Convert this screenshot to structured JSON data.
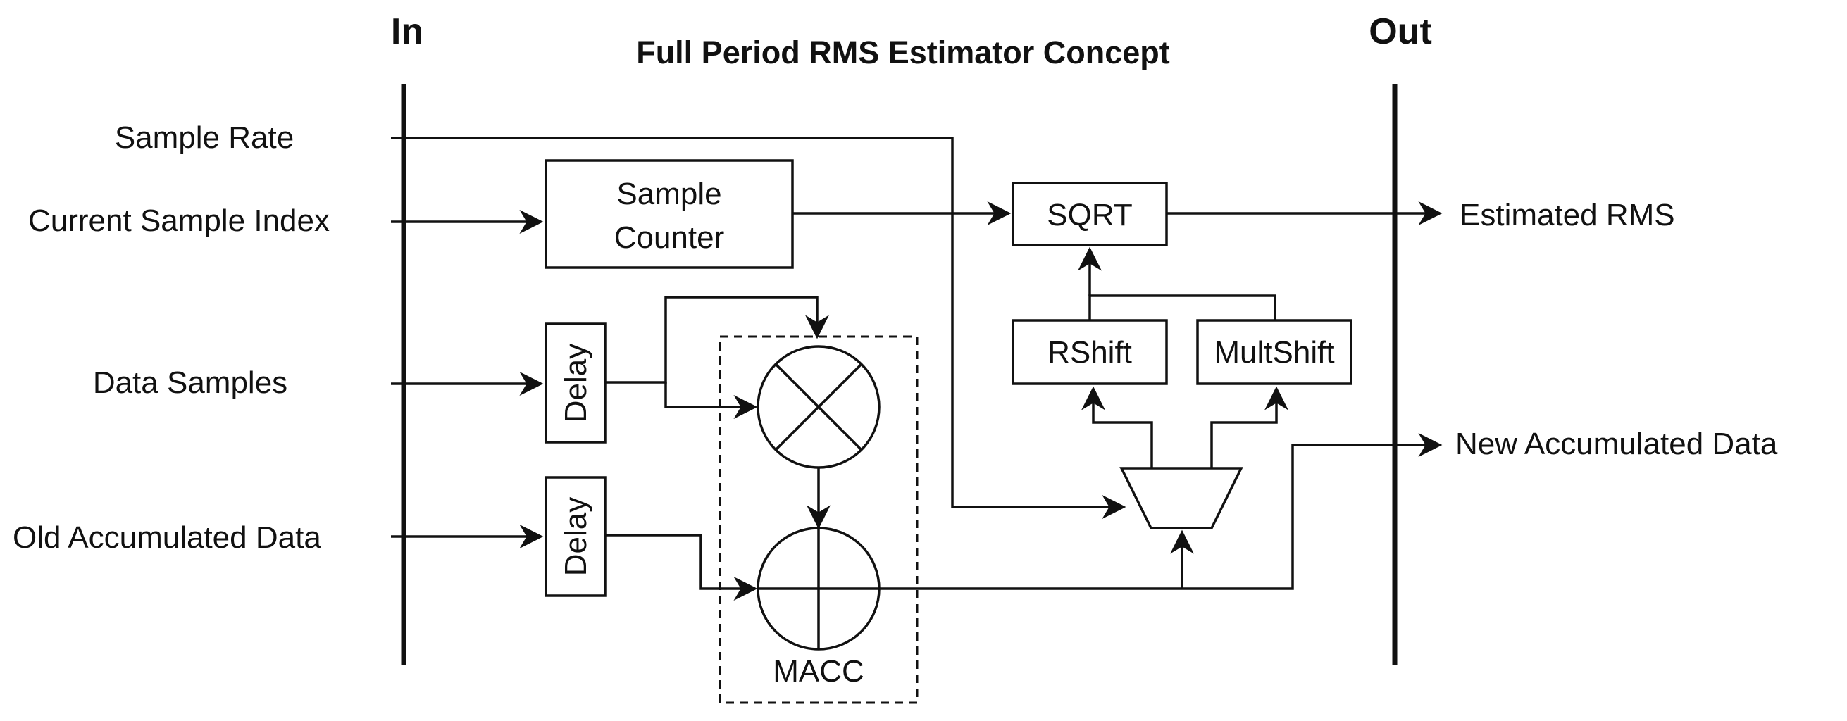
{
  "title": "Full Period RMS Estimator Concept",
  "rails": {
    "in": "In",
    "out": "Out"
  },
  "inputs": {
    "sample_rate": "Sample Rate",
    "current_sample_index": "Current Sample Index",
    "data_samples": "Data Samples",
    "old_accumulated_data": "Old Accumulated Data"
  },
  "outputs": {
    "estimated_rms": "Estimated RMS",
    "new_accumulated_data": "New Accumulated Data"
  },
  "blocks": {
    "sample_counter": [
      "Sample",
      "Counter"
    ],
    "sqrt": "SQRT",
    "rshift": "RShift",
    "multshift": "MultShift",
    "delay_1": "Delay",
    "delay_2": "Delay",
    "macc": "MACC"
  },
  "colors": {
    "stroke": "#111111",
    "background": "#ffffff"
  }
}
